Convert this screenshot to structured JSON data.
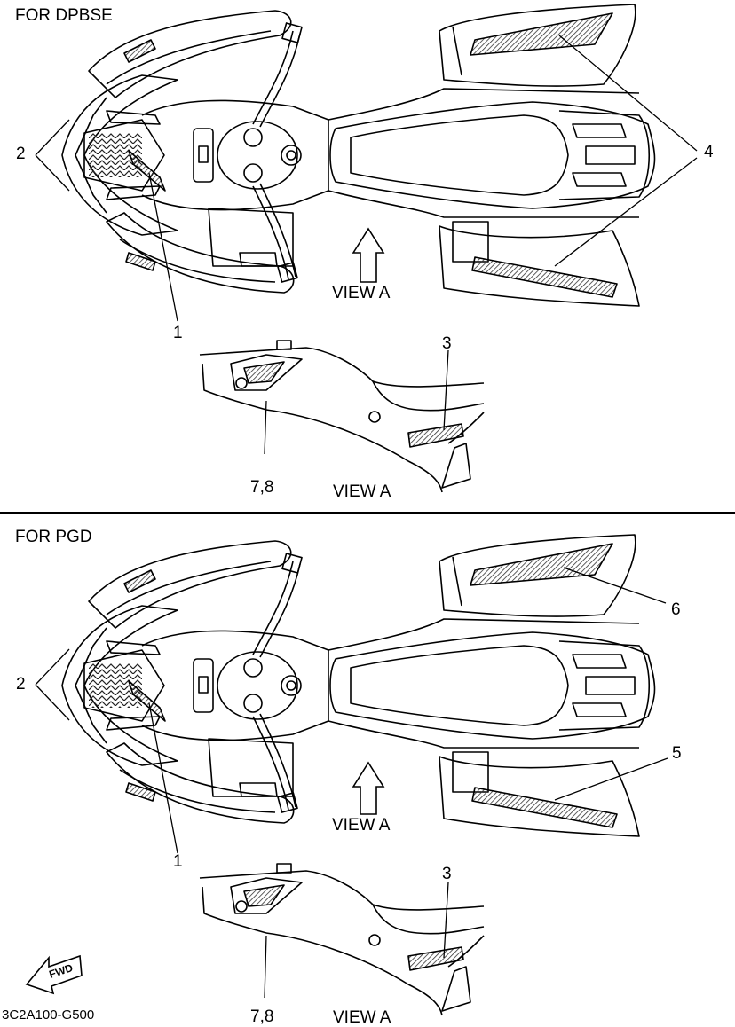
{
  "sections": [
    {
      "title": "FOR DPBSE",
      "callouts": {
        "c1": "1",
        "c2": "2",
        "c3": "3",
        "c4": "4",
        "c78": "7,8"
      },
      "view_labels": [
        "VIEW A",
        "VIEW A"
      ]
    },
    {
      "title": "FOR PGD",
      "callouts": {
        "c1": "1",
        "c2": "2",
        "c3": "3",
        "c5": "5",
        "c6": "6",
        "c78": "7,8"
      },
      "view_labels": [
        "VIEW A",
        "VIEW A"
      ]
    }
  ],
  "fwd_badge": "FWD",
  "diagram_code": "3C2A100-G500",
  "colors": {
    "line": "#000000",
    "background": "#ffffff",
    "hatch": "#555555"
  }
}
